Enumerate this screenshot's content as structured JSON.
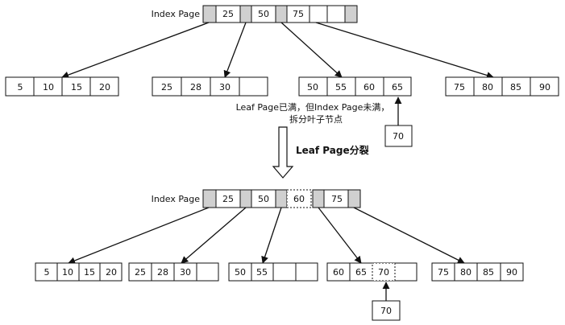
{
  "top": {
    "index_label": "Index Page",
    "index_keys": [
      "25",
      "50",
      "75"
    ],
    "leaves": [
      [
        "5",
        "10",
        "15",
        "20"
      ],
      [
        "25",
        "28",
        "30",
        ""
      ],
      [
        "50",
        "55",
        "60",
        "65"
      ],
      [
        "75",
        "80",
        "85",
        "90"
      ]
    ],
    "insert_value": "70",
    "note_line1": "Leaf Page已满，但Index Page未满，",
    "note_line2": "拆分叶子节点"
  },
  "transition_label": "Leaf Page分裂",
  "bottom": {
    "index_label": "Index Page",
    "index_keys": [
      "25",
      "50",
      "60",
      "75"
    ],
    "leaves": [
      [
        "5",
        "10",
        "15",
        "20"
      ],
      [
        "25",
        "28",
        "30",
        ""
      ],
      [
        "50",
        "55",
        "",
        ""
      ],
      [
        "60",
        "65",
        "70",
        ""
      ],
      [
        "75",
        "80",
        "85",
        "90"
      ]
    ],
    "insert_value": "70"
  },
  "colors": {
    "pointer_fill": "#d0d0d0",
    "stroke": "#111111"
  }
}
